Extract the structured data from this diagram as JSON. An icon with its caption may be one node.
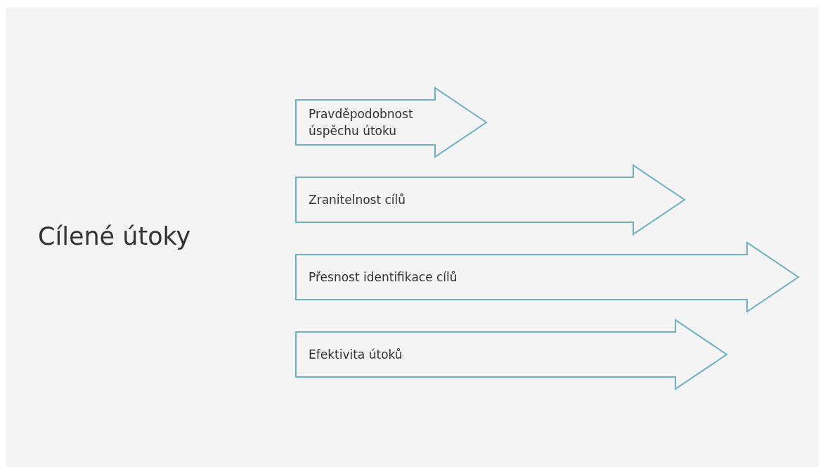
{
  "diagram": {
    "title": "Cílené útoky",
    "nodes": [
      {
        "text": [
          "Pravděpodobnost úspěchu útoku"
        ]
      },
      {
        "text": [
          "Zranitelnost cílů"
        ]
      },
      {
        "text": [
          "Přesnost identifikace cílů"
        ]
      },
      {
        "text": [
          "Efektivita útoků"
        ]
      }
    ]
  }
}
